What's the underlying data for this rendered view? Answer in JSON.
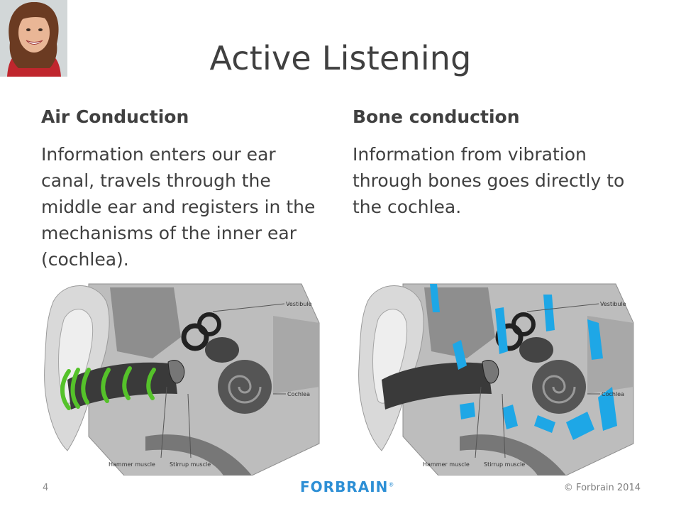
{
  "slide": {
    "title": "Active Listening",
    "page_number": "4",
    "logo_text": "FORBRAIN",
    "logo_reg": "®",
    "copyright": "© Forbrain 2014"
  },
  "left": {
    "heading": "Air Conduction",
    "body": "Information enters our ear canal, travels through the middle ear and registers in the mechanisms of the inner ear (cochlea)."
  },
  "right": {
    "heading": "Bone conduction",
    "body": "Information from vibration through bones goes directly to the cochlea."
  },
  "diagram_labels": {
    "vestibule": "Vestibule",
    "cochlea": "Cochlea",
    "hammer": "Hammer muscle",
    "stirrup": "Stirrup muscle"
  },
  "colors": {
    "air_wave": "#55c22a",
    "bone_wave": "#1ea7e6",
    "logo": "#2d8fd5"
  }
}
